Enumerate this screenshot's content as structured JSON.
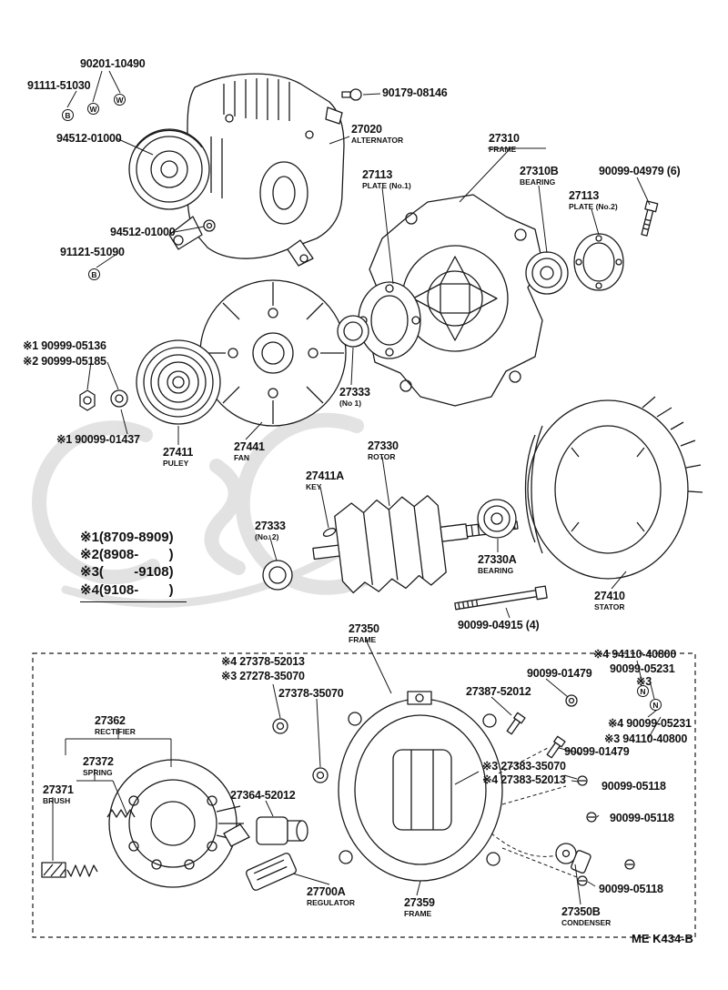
{
  "diagram": {
    "drawing_code": "ME K434-B"
  },
  "legend": {
    "items": [
      "※1(8709-8909)",
      "※2(8908-        )",
      "※3(        -9108)",
      "※4(9108-        )"
    ]
  },
  "markers": [
    {
      "letter": "B"
    },
    {
      "letter": "W"
    },
    {
      "letter": "W"
    },
    {
      "letter": "B"
    },
    {
      "letter": "N"
    },
    {
      "letter": "N"
    }
  ],
  "labels": [
    {
      "text": "90201-10490"
    },
    {
      "text": "91111-51030"
    },
    {
      "text": "94512-01000"
    },
    {
      "text": "90179-08146"
    },
    {
      "text": "27020",
      "sub": "ALTERNATOR"
    },
    {
      "text": "27310",
      "sub": "FRAME"
    },
    {
      "text": "27113",
      "sub": "PLATE (No.1)"
    },
    {
      "text": "27310B",
      "sub": "BEARING"
    },
    {
      "text": "90099-04979 (6)"
    },
    {
      "text": "27113",
      "sub": "PLATE (No.2)"
    },
    {
      "text": "94512-01000"
    },
    {
      "text": "91121-51090"
    },
    {
      "text": "※1 90999-05136"
    },
    {
      "text": "※2 90999-05185"
    },
    {
      "text": "※1 90099-01437"
    },
    {
      "text": "27411",
      "sub": "PULEY"
    },
    {
      "text": "27441",
      "sub": "FAN"
    },
    {
      "text": "27330",
      "sub": "ROTOR"
    },
    {
      "text": "27411A",
      "sub": "KEY"
    },
    {
      "text": "27333",
      "sub": "(No 1)"
    },
    {
      "text": "27333",
      "sub": "(No. 2)"
    },
    {
      "text": "27330A",
      "sub": "BEARING"
    },
    {
      "text": "27410",
      "sub": "STATOR"
    },
    {
      "text": "90099-04915 (4)"
    },
    {
      "text": "27350",
      "sub": "FRAME"
    },
    {
      "text": "※4 27378-52013"
    },
    {
      "text": "※3 27278-35070"
    },
    {
      "text": "27378-35070"
    },
    {
      "text": "90099-01479"
    },
    {
      "text": "※4 94110-40800"
    },
    {
      "text": "90099-05231"
    },
    {
      "text": "※3"
    },
    {
      "text": "27387-52012"
    },
    {
      "text": "※4 90099-05231"
    },
    {
      "text": "※3 94110-40800"
    },
    {
      "text": "90099-01479"
    },
    {
      "text": "27362",
      "sub": "RECTIFIER"
    },
    {
      "text": "27372",
      "sub": "SPRING"
    },
    {
      "text": "27371",
      "sub": "BRUSH"
    },
    {
      "text": "※3 27383-35070"
    },
    {
      "text": "※4 27383-52013"
    },
    {
      "text": "90099-05118"
    },
    {
      "text": "90099-05118"
    },
    {
      "text": "27364-52012"
    },
    {
      "text": "27700A",
      "sub": "REGULATOR"
    },
    {
      "text": "27359",
      "sub": "FRAME"
    },
    {
      "text": "27350B",
      "sub": "CONDENSER"
    },
    {
      "text": "90099-05118"
    }
  ]
}
